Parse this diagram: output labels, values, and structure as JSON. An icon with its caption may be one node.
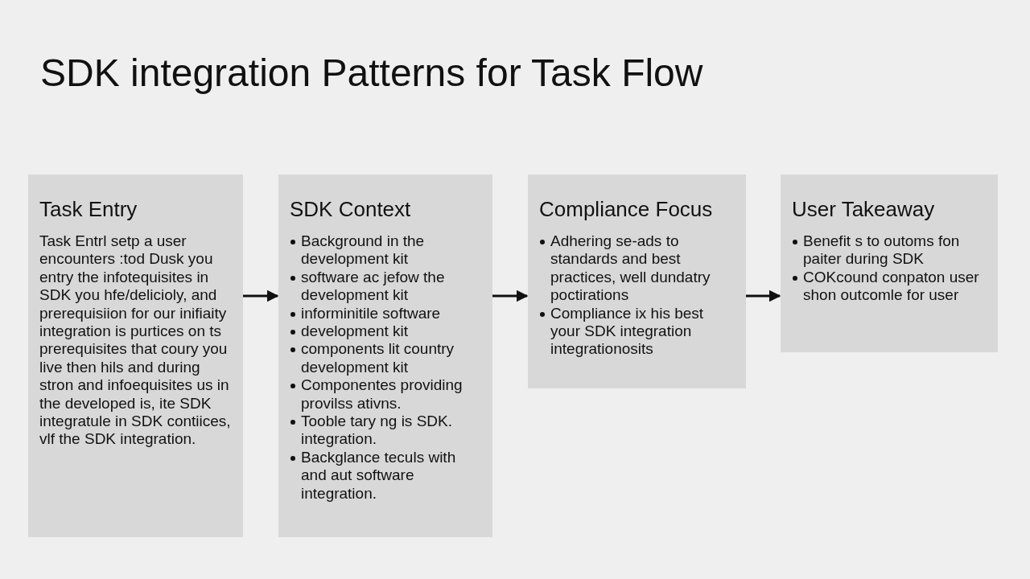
{
  "diagram": {
    "title": "SDK integration Patterns for Task Flow",
    "nodes": [
      {
        "text": [
          "Task Entry",
          "Task Entrl setp a user encounters :tod Dusk you entry the infotequisites in SDK you hfe/delicioly, and prerequisiion for our inifiaity integration is purtices on ts prerequisites that coury you live then hils and during stron and infoequisites us in the developed is, ite SDK integratule in SDK contiices, vlf the SDK integration."
        ]
      },
      {
        "text": [
          "SDK Context",
          "Background in the development kit",
          "software ac jefow the development kit",
          "informinitile software",
          "development kit",
          "components lit country development kit",
          "Componentes providing provilss ativns.",
          "Tooble tary ng is SDK. integration.",
          "Backglance teculs with and aut software integration."
        ]
      },
      {
        "text": [
          "Compliance Focus",
          "Adhering se-ads to standards and best practices, well dundatry poctirations",
          "Compliance ix his best your SDK integration integrationosits"
        ]
      },
      {
        "text": [
          "User Takeaway",
          "Benefit s to outoms fon paiter during SDK",
          "COKcound conpaton user shon outcomle for user"
        ]
      }
    ],
    "edges": [
      {
        "from": 0,
        "to": 1,
        "arrow": "to"
      },
      {
        "from": 1,
        "to": 2,
        "arrow": "to"
      },
      {
        "from": 2,
        "to": 3,
        "arrow": "to"
      }
    ]
  }
}
